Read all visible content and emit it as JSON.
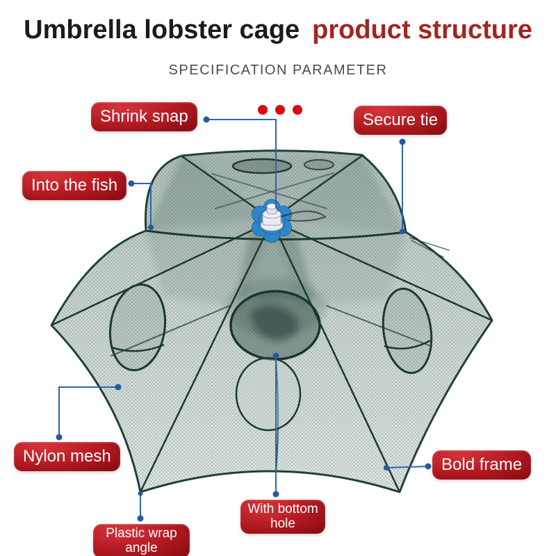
{
  "header": {
    "title_black": "Umbrella lobster cage",
    "title_red": "product structure",
    "subtitle": "SPECIFICATION PARAMETER"
  },
  "callouts": {
    "shrink_snap": "Shrink snap",
    "secure_tie": "Secure tie",
    "into_the_fish": "Into the fish",
    "nylon_mesh": "Nylon mesh",
    "bold_frame": "Bold frame",
    "with_bottom_hole": "With bottom hole",
    "plastic_wrap_angle": "Plastic wrap angle"
  },
  "decor": {
    "accent_dot_count": 3
  },
  "colors": {
    "title_red": "#a32420",
    "badge_red_light": "#c8242b",
    "badge_red_dark": "#7d0c10",
    "connector_blue": "#2c66ab",
    "accent_dot_red": "#dc0713",
    "net_line_dark": "#1d3c35",
    "net_fill_light": "#d6dedc",
    "hub_blue": "#2f86c6"
  }
}
